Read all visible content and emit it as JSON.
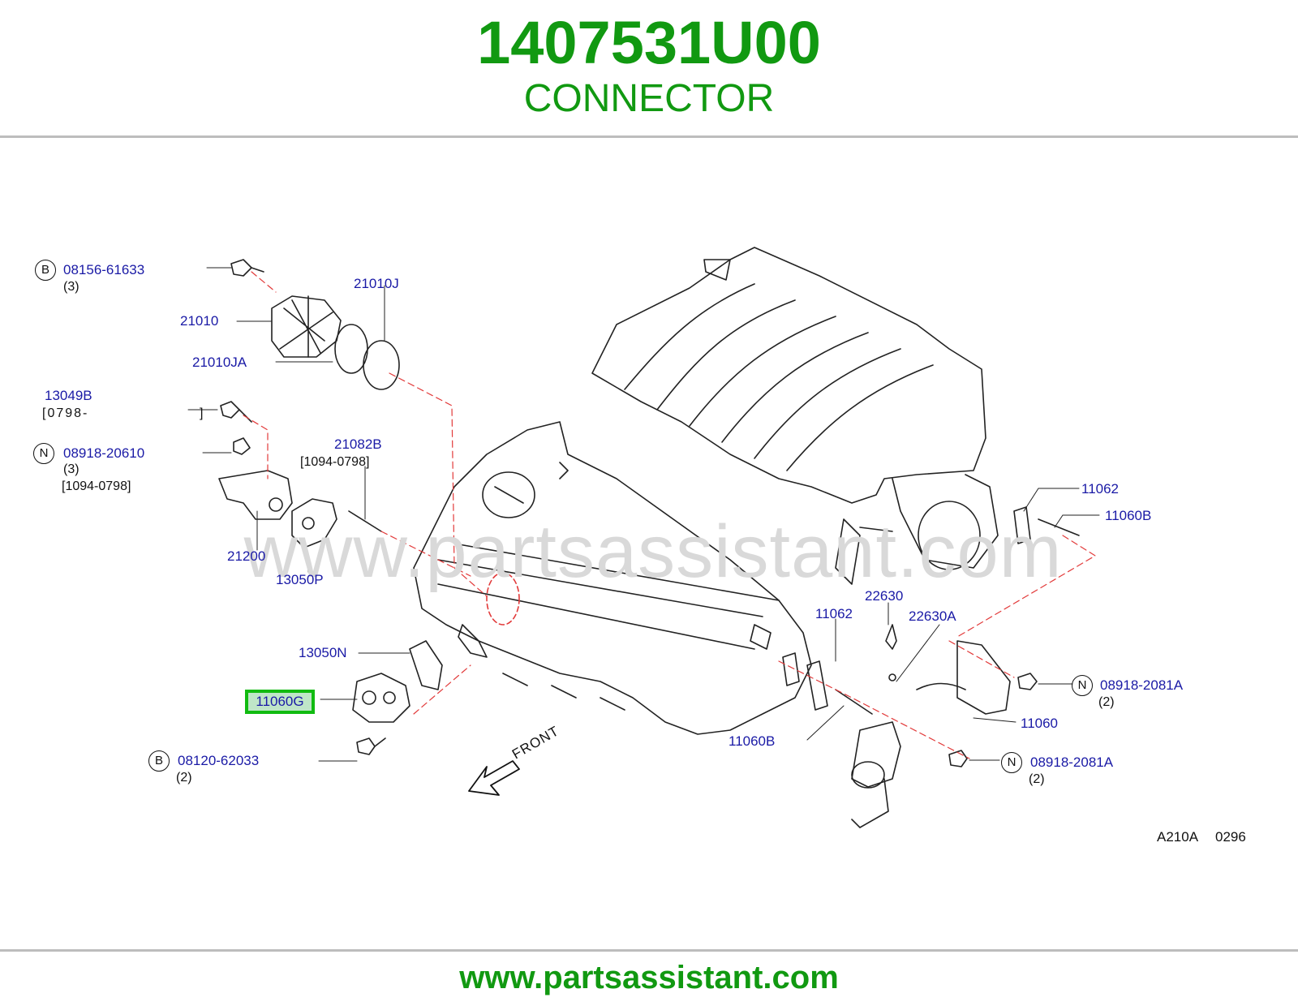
{
  "header": {
    "part_number": "1407531U00",
    "part_name": "CONNECTOR"
  },
  "footer": {
    "url": "www.partsassistant.com"
  },
  "watermark": "www.partsassistant.com",
  "diagram": {
    "callouts": {
      "p08156_61633": "08156-61633",
      "p08156_61633_qty": "(3)",
      "p08156_61633_symbol": "B",
      "p21010J": "21010J",
      "p21010": "21010",
      "p21010JA": "21010JA",
      "p13049B": "13049B",
      "p13049B_range_open": "[0798-",
      "p13049B_range_close": "]",
      "p08918_20610": "08918-20610",
      "p08918_20610_qty": "(3)",
      "p08918_20610_range": "[1094-0798]",
      "p08918_20610_symbol": "N",
      "p21082B": "21082B",
      "p21082B_range": "[1094-0798]",
      "p21200": "21200",
      "p13050P": "13050P",
      "p13050N": "13050N",
      "p11060G": "11060G",
      "p08120_62033": "08120-62033",
      "p08120_62033_qty": "(2)",
      "p08120_62033_symbol": "B",
      "p11062_a": "11062",
      "p11060B_a": "11060B",
      "p22630": "22630",
      "p22630A": "22630A",
      "p11062_b": "11062",
      "p11060B_b": "11060B",
      "p08918_2081A_a": "08918-2081A",
      "p08918_2081A_a_qty": "(2)",
      "p08918_2081A_a_symbol": "N",
      "p11060": "11060",
      "p08918_2081A_b": "08918-2081A",
      "p08918_2081A_b_qty": "(2)",
      "p08918_2081A_b_symbol": "N"
    },
    "front_label": "FRONT",
    "drawing_code": "A210A",
    "drawing_date": "0296",
    "highlighted_part": "11060G"
  },
  "colors": {
    "brand_green": "#119911",
    "callout_blue": "#1a1aa6",
    "highlight_border": "#11bb11",
    "highlight_fill": "#bfe6c8",
    "leader_red": "#e23a3a"
  }
}
